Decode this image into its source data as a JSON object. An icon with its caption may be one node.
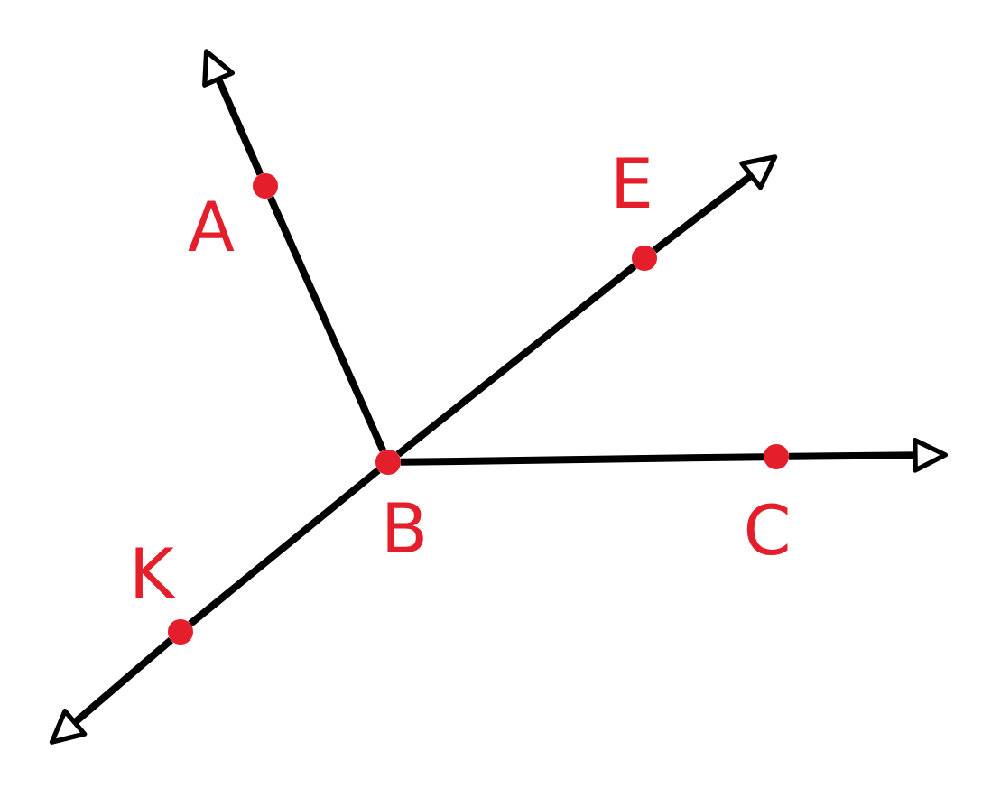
{
  "diagram": {
    "nodes": [
      {
        "text": [],
        "shape": "circle",
        "beside": [
          "A"
        ]
      },
      {
        "text": [],
        "shape": "circle",
        "beside": [
          "E"
        ]
      },
      {
        "text": [],
        "shape": "circle",
        "beside": [
          "B"
        ]
      },
      {
        "text": [],
        "shape": "circle",
        "beside": [
          "C"
        ]
      },
      {
        "text": [],
        "shape": "circle",
        "beside": [
          "K"
        ]
      }
    ],
    "edges": [
      {
        "from": 2,
        "to": 0,
        "arrow": "none"
      },
      {
        "from": 0,
        "to": null,
        "arrow": "to"
      },
      {
        "from": 2,
        "to": 1,
        "arrow": "none"
      },
      {
        "from": 1,
        "to": null,
        "arrow": "to"
      },
      {
        "from": 2,
        "to": 3,
        "arrow": "none"
      },
      {
        "from": 3,
        "to": null,
        "arrow": "to"
      },
      {
        "from": 2,
        "to": 4,
        "arrow": "none"
      },
      {
        "from": 4,
        "to": null,
        "arrow": "to"
      }
    ]
  }
}
